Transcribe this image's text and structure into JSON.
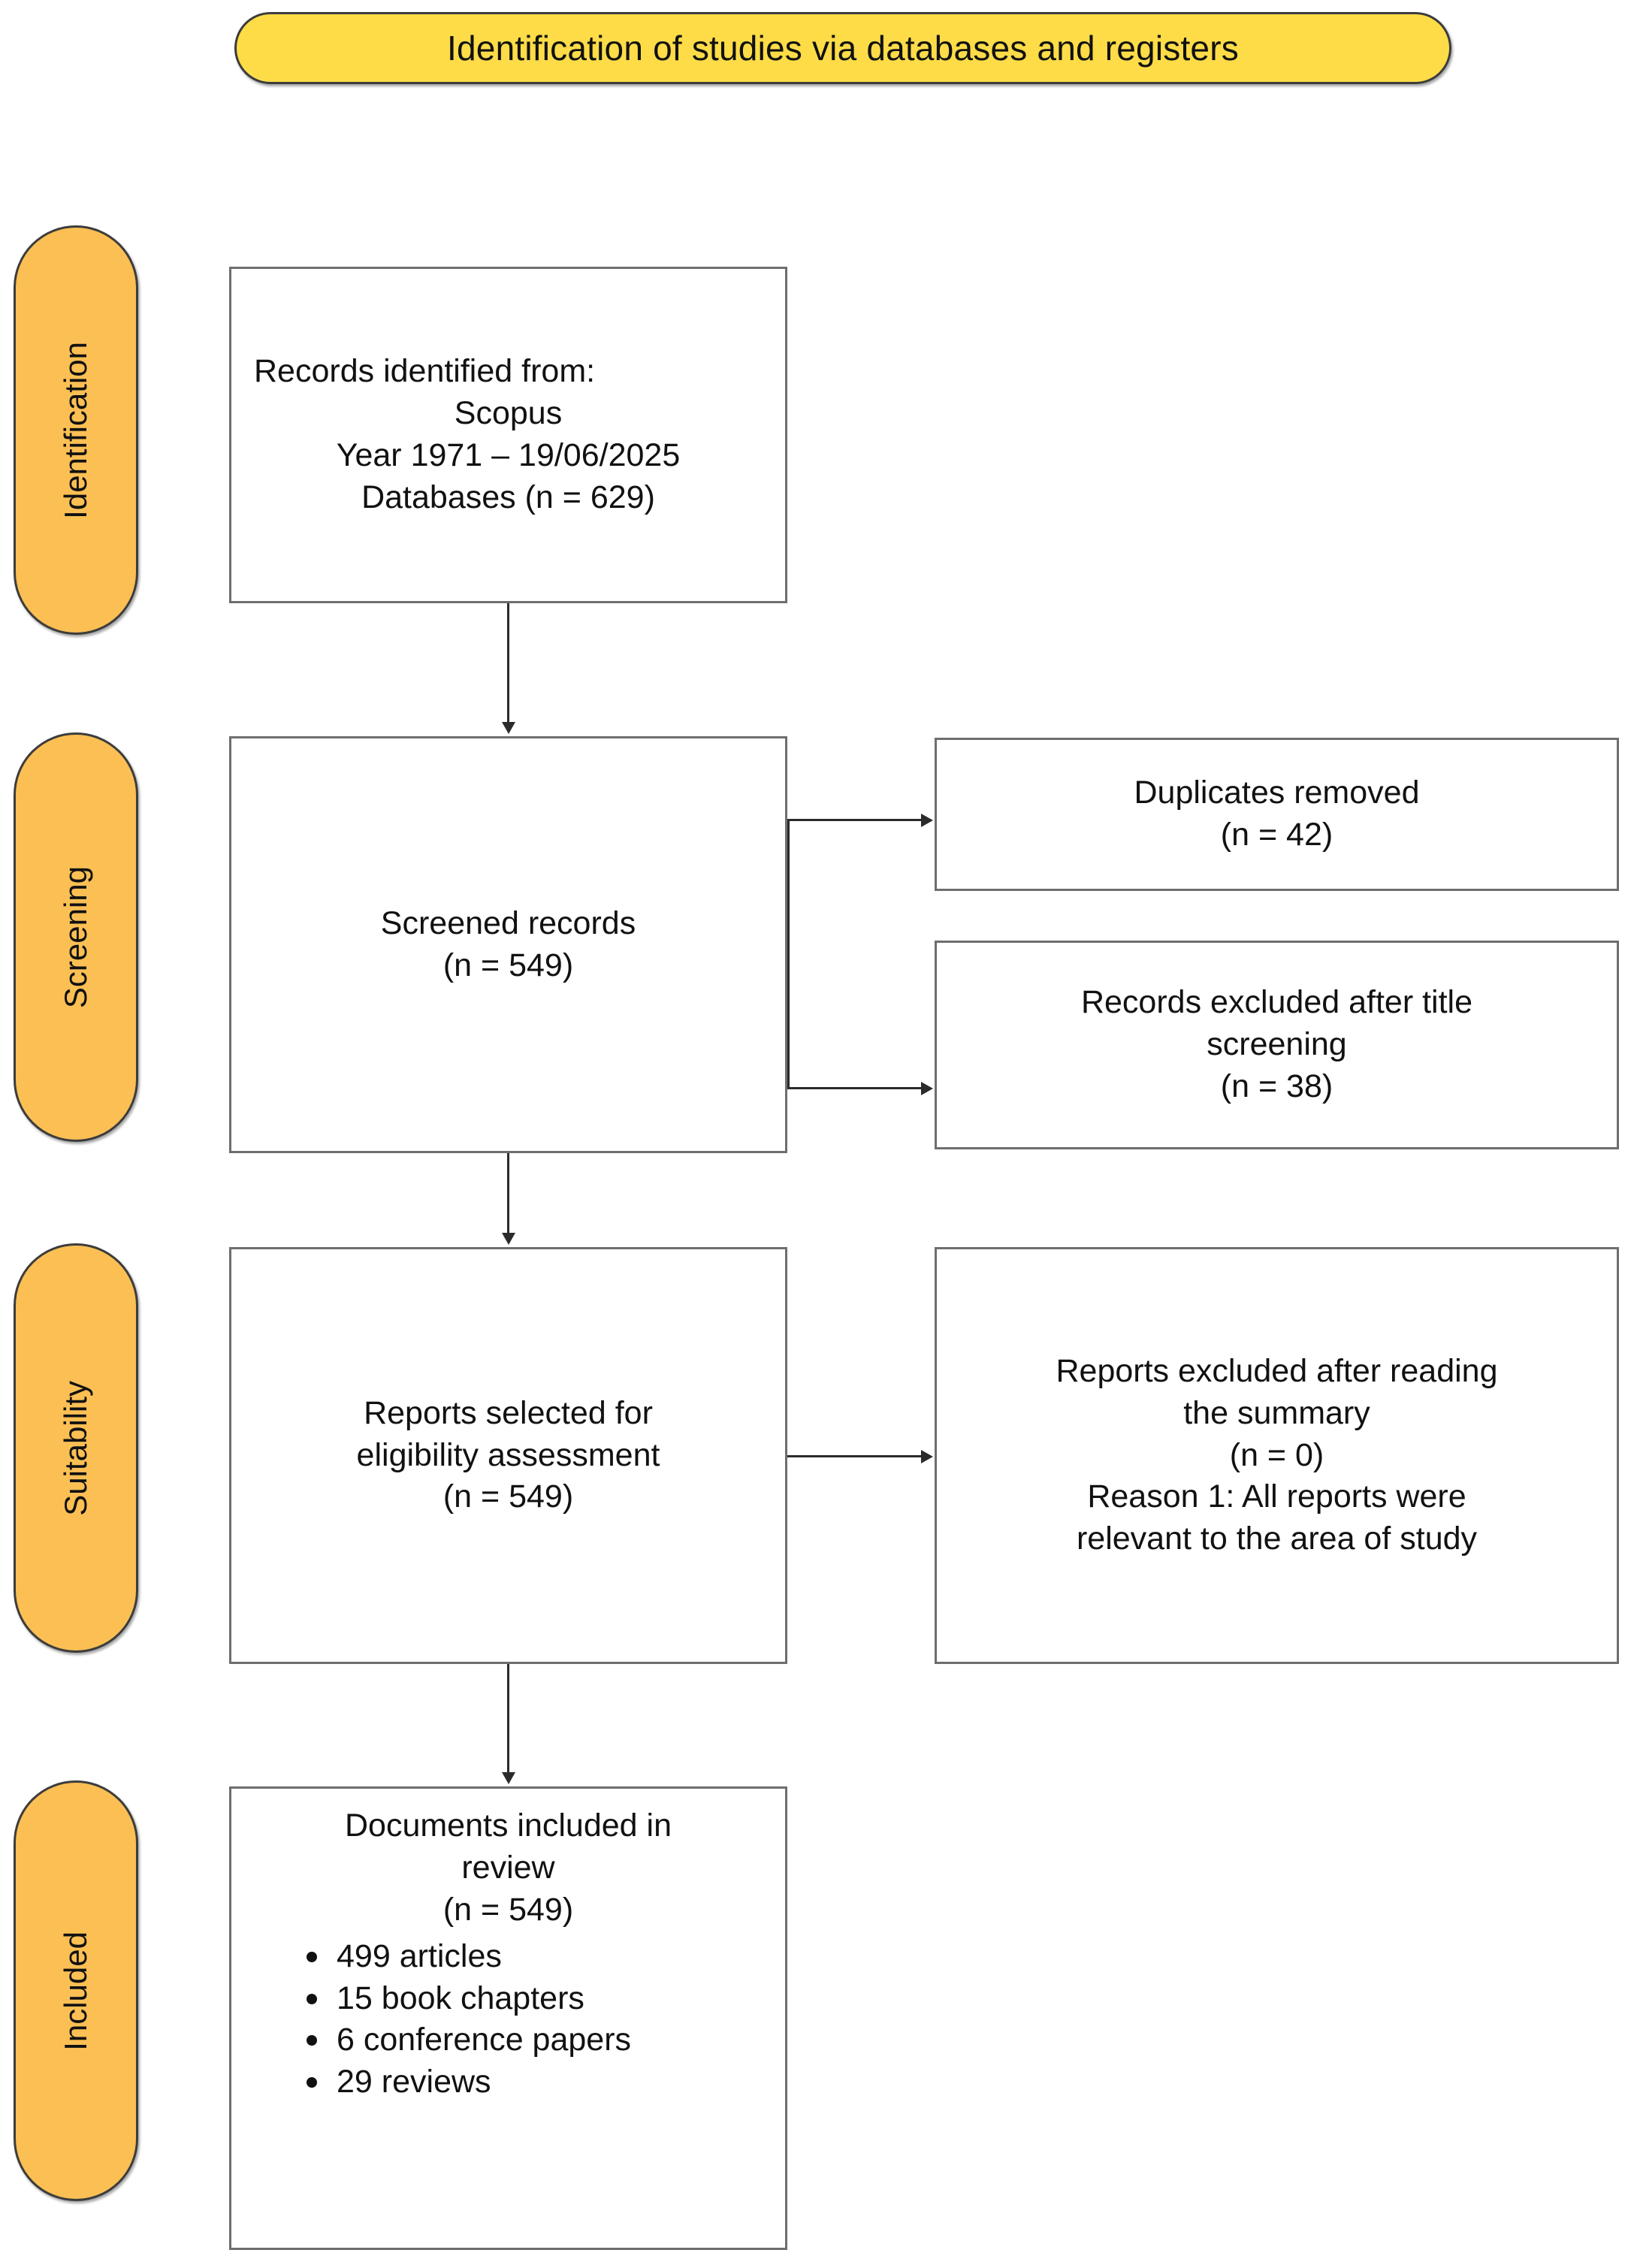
{
  "diagram": {
    "header": {
      "title": "Identification of studies via databases and registers"
    },
    "colors": {
      "header_fill": "#FDDC48",
      "stage_fill": "#FBBF54",
      "box_border": "#6e6e6e",
      "connector": "#2b2b2b",
      "text": "#111111",
      "background": "#ffffff"
    },
    "stages": [
      {
        "label": "Identification"
      },
      {
        "label": "Screening"
      },
      {
        "label": "Suitability"
      },
      {
        "label": "Included"
      }
    ],
    "boxes": {
      "records_identified": {
        "lines": [
          "Records identified from:",
          "Scopus",
          "Year 1971 – 19/06/2025",
          "Databases (n = 629)"
        ]
      },
      "screened_records": {
        "lines": [
          "Screened records",
          "(n = 549)"
        ]
      },
      "duplicates_removed": {
        "lines": [
          "Duplicates removed",
          "(n = 42)"
        ]
      },
      "records_excluded_title": {
        "lines": [
          "Records excluded after title",
          "screening",
          "(n = 38)"
        ]
      },
      "reports_selected": {
        "lines": [
          "Reports selected for",
          "eligibility assessment",
          "(n = 549)"
        ]
      },
      "reports_excluded_summary": {
        "lines": [
          "Reports excluded after reading",
          "the summary",
          "(n = 0)",
          "Reason 1: All reports were",
          "relevant to the area of study"
        ]
      },
      "documents_included": {
        "lines": [
          "Documents included in",
          "review",
          "(n = 549)"
        ],
        "bullets": [
          "499 articles",
          "15 book chapters",
          "6 conference papers",
          "29 reviews"
        ]
      }
    }
  }
}
